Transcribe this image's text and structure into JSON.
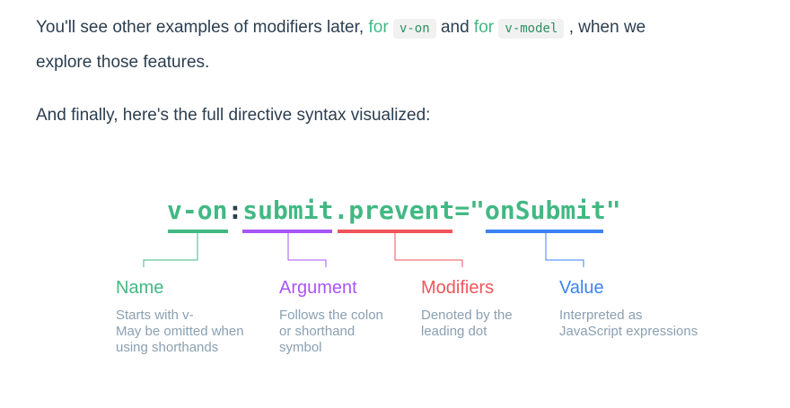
{
  "intro": {
    "before_for1": "You'll see other examples of modifiers later, ",
    "for1": "for",
    "code1": "v-on",
    "and": "and",
    "for2": "for",
    "code2": "v-model",
    "after_code2": ", when we",
    "line2": "explore those features."
  },
  "final_sentence": "And finally, here's the full directive syntax visualized:",
  "syntax": {
    "name_part": "v-on",
    "colon": ":",
    "argument_part": "submit",
    "modifiers_part": ".prevent",
    "value_part": "=\"onSubmit\""
  },
  "legend": {
    "name": {
      "title": "Name",
      "lines": [
        "Starts with v-",
        "May be omitted when",
        "using shorthands"
      ]
    },
    "argument": {
      "title": "Argument",
      "lines": [
        "Follows the colon",
        "or shorthand",
        "symbol"
      ]
    },
    "modifiers": {
      "title": "Modifiers",
      "lines": [
        "Denoted by the",
        "leading dot"
      ]
    },
    "value": {
      "title": "Value",
      "lines": [
        "Interpreted as",
        "JavaScript expressions"
      ]
    }
  },
  "colors": {
    "name": "#42b883",
    "argument": "#a855f7",
    "modifiers": "#f0555a",
    "value": "#3b82f6",
    "text": "#2c3e50",
    "description": "#8aa0b2"
  }
}
